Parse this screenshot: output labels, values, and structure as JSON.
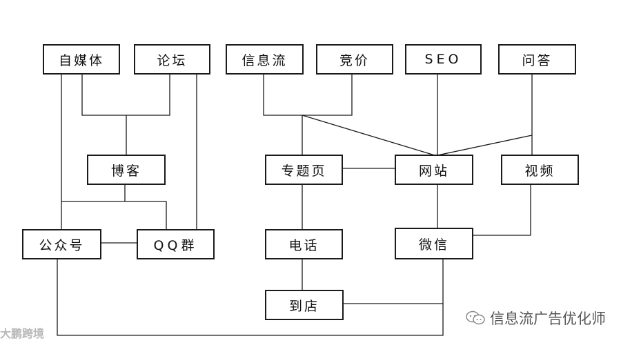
{
  "diagram": {
    "nodes": {
      "zimeiti": "自媒体",
      "luntan": "论坛",
      "xinxiliu": "信息流",
      "jingjia": "竞价",
      "seo": "SEO",
      "wenda": "问答",
      "boke": "博客",
      "zhuantiye": "专题页",
      "wangzhan": "网站",
      "shipin": "视频",
      "gongzhonghao": "公众号",
      "qqqun": "QQ群",
      "dianhua": "电话",
      "weixin": "微信",
      "daodian": "到店"
    },
    "line_color": "#1a1a1a"
  },
  "watermarks": {
    "left": "大鹏跨境",
    "right": "信息流广告优化师",
    "right_icon": "wechat-icon"
  }
}
